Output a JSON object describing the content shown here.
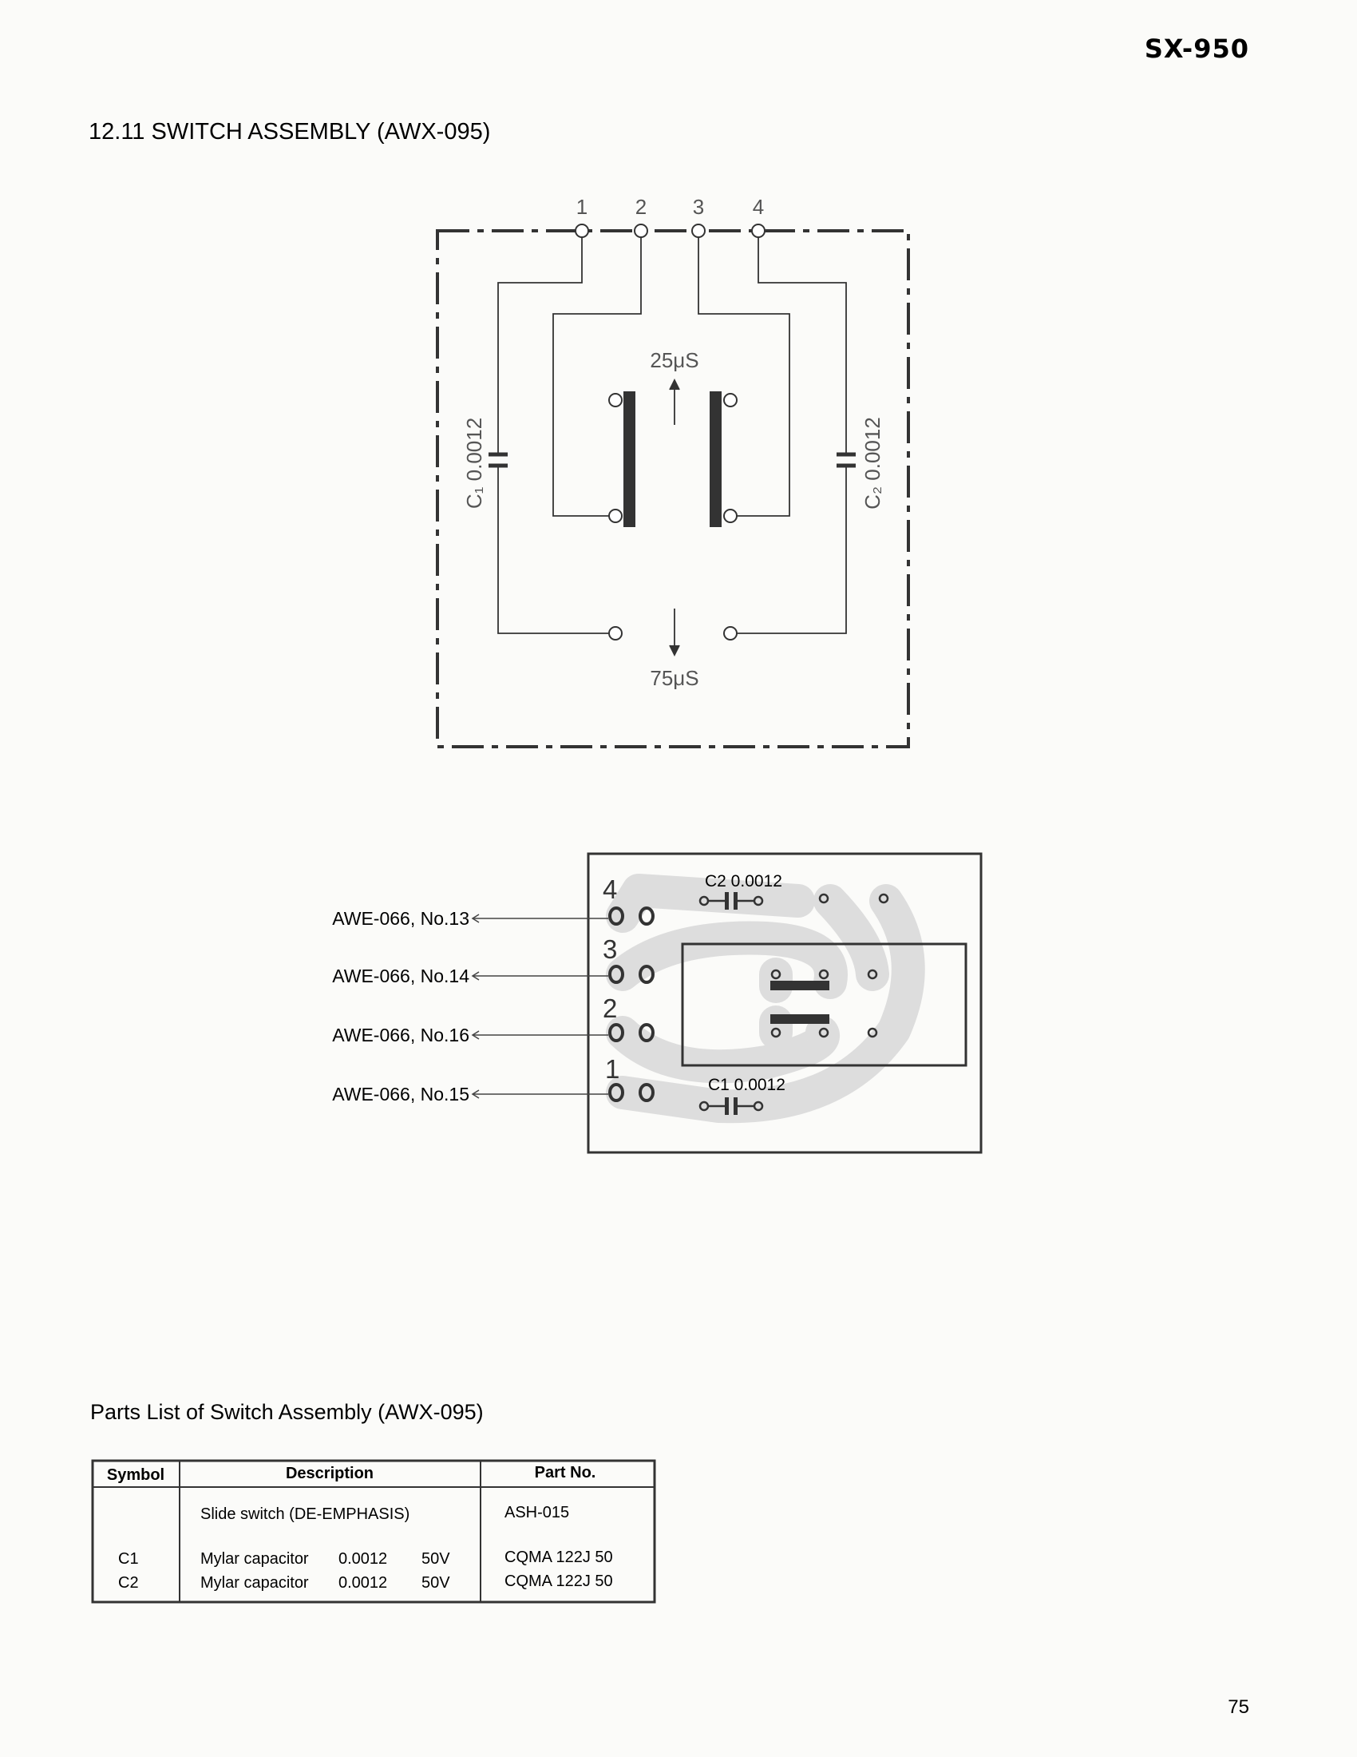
{
  "header": {
    "model": "SX-950"
  },
  "section_title": "12.11  SWITCH ASSEMBLY (AWX-095)",
  "schematic": {
    "terminals": [
      "1",
      "2",
      "3",
      "4"
    ],
    "position_25": "25μS",
    "position_75": "75μS",
    "c1_label": "C₁ 0.0012",
    "c2_label": "C₂ 0.0012"
  },
  "pcb": {
    "pin_numbers": [
      "4",
      "3",
      "2",
      "1"
    ],
    "connections": [
      "AWE-066, No.13",
      "AWE-066, No.14",
      "AWE-066, No.16",
      "AWE-066, No.15"
    ],
    "c2_label": "C2 0.0012",
    "c1_label": "C1 0.0012"
  },
  "parts_list": {
    "title": "Parts List of Switch Assembly (AWX-095)",
    "headers": [
      "Symbol",
      "Description",
      "Part No."
    ],
    "rows": [
      {
        "symbol": "",
        "description": "Slide switch (DE-EMPHASIS)",
        "value": "",
        "voltage": "",
        "part_no": "ASH-015"
      },
      {
        "symbol": "C1",
        "description": "Mylar capacitor",
        "value": "0.0012",
        "voltage": "50V",
        "part_no": "CQMA 122J 50"
      },
      {
        "symbol": "C2",
        "description": "Mylar capacitor",
        "value": "0.0012",
        "voltage": "50V",
        "part_no": "CQMA 122J 50"
      }
    ]
  },
  "page_number": "75"
}
